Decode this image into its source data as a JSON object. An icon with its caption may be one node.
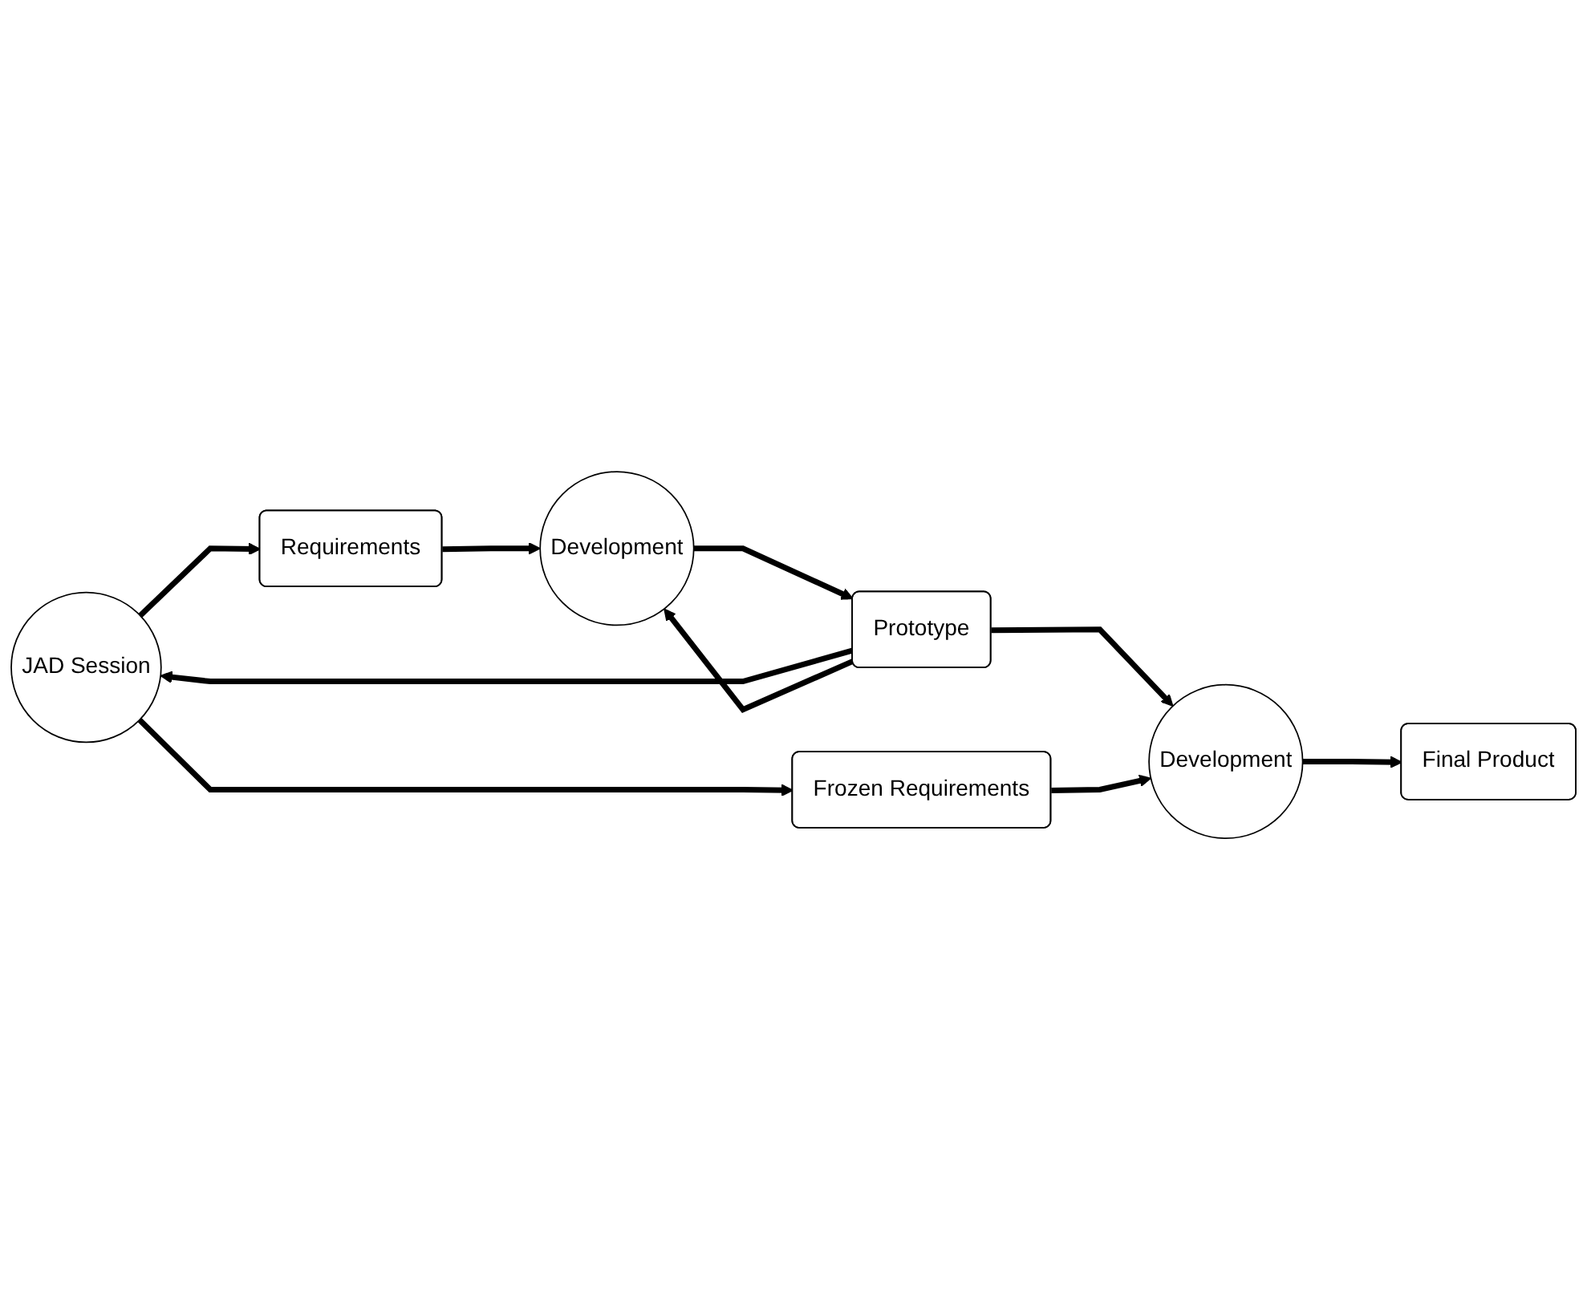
{
  "diagram": {
    "nodes": [
      {
        "text": [
          "JAD Session"
        ]
      },
      {
        "text": [
          "Requirements"
        ]
      },
      {
        "text": [
          "Development"
        ]
      },
      {
        "text": [
          "Prototype"
        ]
      },
      {
        "text": [
          "Frozen Requirements"
        ]
      },
      {
        "text": [
          "Development"
        ]
      },
      {
        "text": [
          "Final Product"
        ]
      }
    ],
    "edges": [
      {
        "from": 0,
        "to": 1,
        "arrow": "to"
      },
      {
        "from": 1,
        "to": 2,
        "arrow": "to"
      },
      {
        "from": 3,
        "to": 0,
        "arrow": "to"
      },
      {
        "from": 3,
        "to": 2,
        "arrow": "to"
      },
      {
        "from": 2,
        "to": 3,
        "arrow": "to"
      },
      {
        "from": 0,
        "to": 4,
        "arrow": "to"
      },
      {
        "from": 3,
        "to": 5,
        "arrow": "to"
      },
      {
        "from": 4,
        "to": 5,
        "arrow": "to"
      },
      {
        "from": 5,
        "to": 6,
        "arrow": "to"
      }
    ]
  }
}
